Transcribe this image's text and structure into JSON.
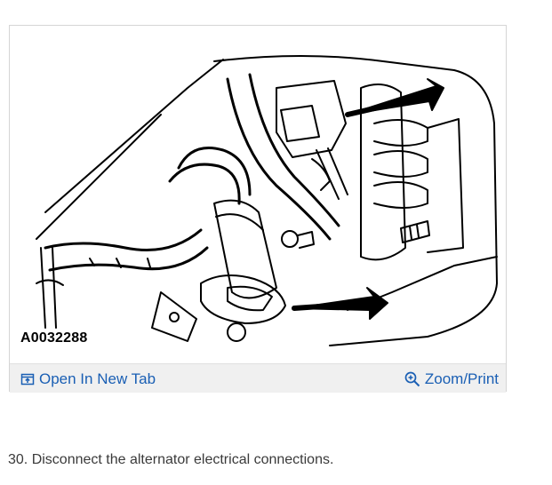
{
  "figure": {
    "code": "A0032288",
    "open_tab_label": "Open In New Tab",
    "zoom_label": "Zoom/Print",
    "open_tab_icon": "open-new-tab-icon",
    "zoom_icon": "magnifier-plus-icon",
    "link_color": "#1a5fb4"
  },
  "step": {
    "text": "30. Disconnect the alternator electrical connections."
  }
}
